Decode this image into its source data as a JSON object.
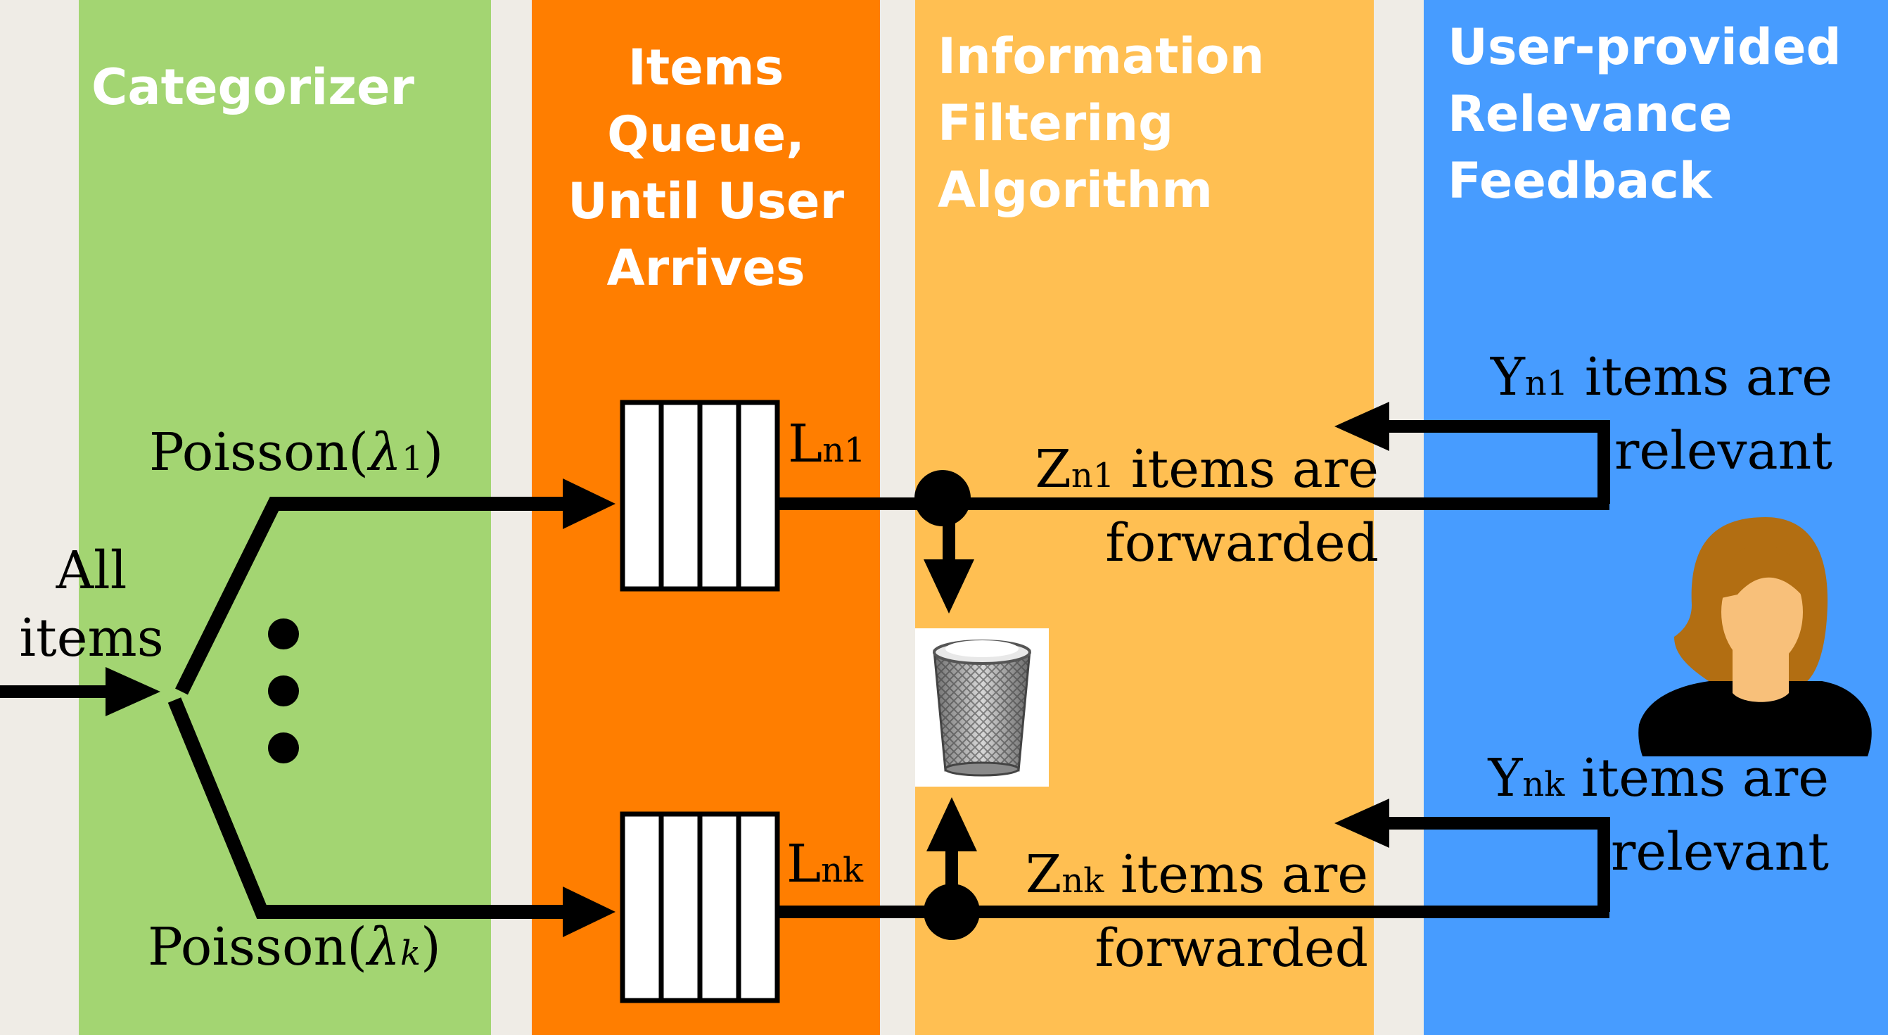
{
  "columns": [
    {
      "title": "Categorizer",
      "color": "#a3d572"
    },
    {
      "title": "Items\nQueue,\nUntil User\nArrives",
      "color": "#ff7e00"
    },
    {
      "title": "Information\nFiltering\nAlgorithm",
      "color": "#ffbf52"
    },
    {
      "title": "User-provided\nRelevance\nFeedback",
      "color": "#479cff"
    }
  ],
  "input_label": "All\nitems",
  "flows": [
    {
      "poisson_word": "Poisson(",
      "poisson_symbol": "λ",
      "poisson_sub": "1",
      "poisson_close": ")",
      "queue_L": "L",
      "queue_sub": "n1",
      "z_letter": "Z",
      "z_sub": "n1",
      "z_text": " items are",
      "z_text2": "forwarded",
      "y_letter": "Y",
      "y_sub": "n1",
      "y_text": " items are",
      "y_text2": "relevant"
    },
    {
      "poisson_word": "Poisson(",
      "poisson_symbol": "λ",
      "poisson_sub": "k",
      "poisson_close": ")",
      "queue_L": "L",
      "queue_sub": "nk",
      "z_letter": "Z",
      "z_sub": "nk",
      "z_text": " items are",
      "z_text2": "forwarded",
      "y_letter": "Y",
      "y_sub": "nk",
      "y_text": " items are",
      "y_text2": "relevant"
    }
  ],
  "icons": {
    "trash": "trash-can-icon",
    "user": "user-avatar-icon"
  }
}
